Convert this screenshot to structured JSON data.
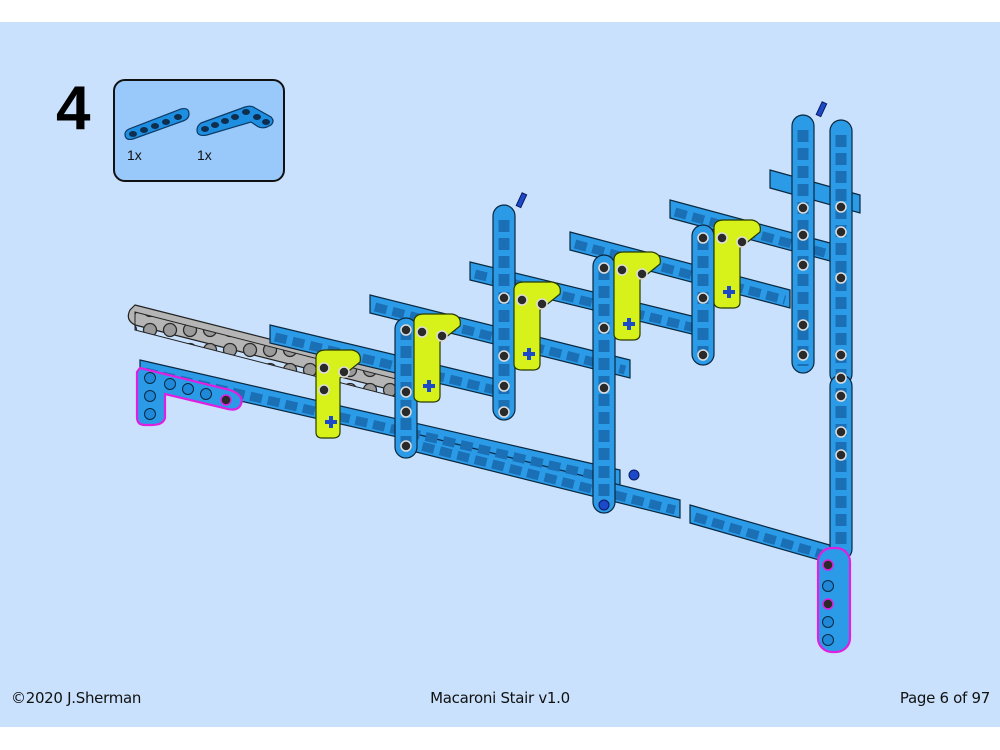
{
  "step": {
    "number": "4"
  },
  "parts_list": {
    "items": [
      {
        "name": "straight-beam-5",
        "qty": "1x",
        "color": "#1e8fe0"
      },
      {
        "name": "bent-beam-l",
        "qty": "1x",
        "color": "#1e8fe0"
      }
    ]
  },
  "footer": {
    "copyright": "©2020 J.Sherman",
    "title": "Macaroni Stair v1.0",
    "page": "Page 6 of 97"
  },
  "colors": {
    "background": "#c9e1fc",
    "beam_blue": "#2b9be8",
    "beam_blue_dark": "#1570b8",
    "beam_gray": "#a9a9a9",
    "lime": "#d6f21a",
    "highlight_magenta": "#e020e0",
    "pin_black": "#222222",
    "axle_blue": "#1c49c8",
    "parts_box_fill": "#99c9fa"
  }
}
